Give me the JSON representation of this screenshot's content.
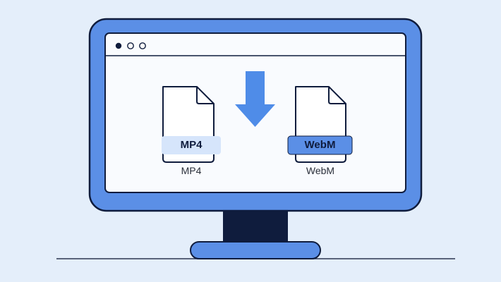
{
  "illustration": {
    "colors": {
      "background": "#e4eefa",
      "monitor_frame": "#5b8fe6",
      "outline": "#0f1c3d",
      "screen": "#f9fbfe",
      "stand": "#0f1c3d",
      "arrow": "#4f8ce8",
      "source_badge": "#d6e5fb",
      "target_badge": "#5b8fe6"
    },
    "browser_dots": [
      "dot-filled",
      "dot-empty",
      "dot-empty"
    ],
    "source_file": {
      "icon": "file-icon",
      "badge_label": "MP4",
      "caption": "MP4"
    },
    "arrow_icon": "arrow-down-icon",
    "target_file": {
      "icon": "file-icon",
      "badge_label": "WebM",
      "caption": "WebM"
    }
  }
}
